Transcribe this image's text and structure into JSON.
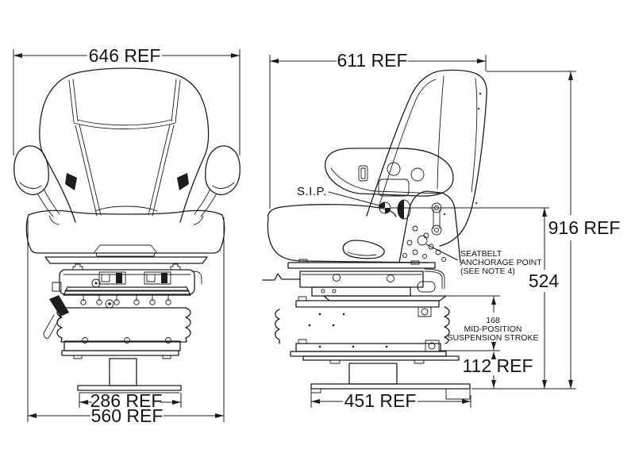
{
  "colors": {
    "line": "#1c1c1c",
    "background": "#ffffff"
  },
  "front_view": {
    "overall_width": "646 REF",
    "base_width": "286 REF",
    "cushion_width": "560 REF"
  },
  "side_view": {
    "overall_depth": "611 REF",
    "overall_height": "916 REF",
    "sip_height": "524",
    "sip_label": "S.I.P.",
    "base_height": "112 REF",
    "base_width": "451 REF",
    "seatbelt_note": {
      "l1": "SEATBELT",
      "l2": "ANCHORAGE POINT",
      "l3": "(SEE NOTE 4)"
    },
    "suspension_note": {
      "l1": "168",
      "l2": "MID-POSITION",
      "l3": "SUSPENSION STROKE"
    }
  }
}
